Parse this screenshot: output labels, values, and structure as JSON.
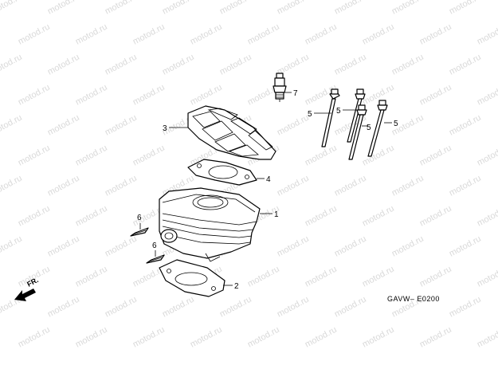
{
  "watermark_text": "motod.ru",
  "callouts": {
    "cylinder": "1",
    "cylinder_gasket": "2",
    "cylinder_head": "3",
    "head_gasket": "4",
    "bolt_a": "5",
    "bolt_b": "5",
    "bolt_c": "5",
    "bolt_d": "5",
    "spark_plug": "7",
    "dowel_upper": "6",
    "dowel_lower": "6"
  },
  "front_arrow_label": "FR.",
  "diagram_code": "GAVW– E0200",
  "colors": {
    "lines": "#000000",
    "watermark": "#d9d9d9",
    "background": "#ffffff"
  }
}
